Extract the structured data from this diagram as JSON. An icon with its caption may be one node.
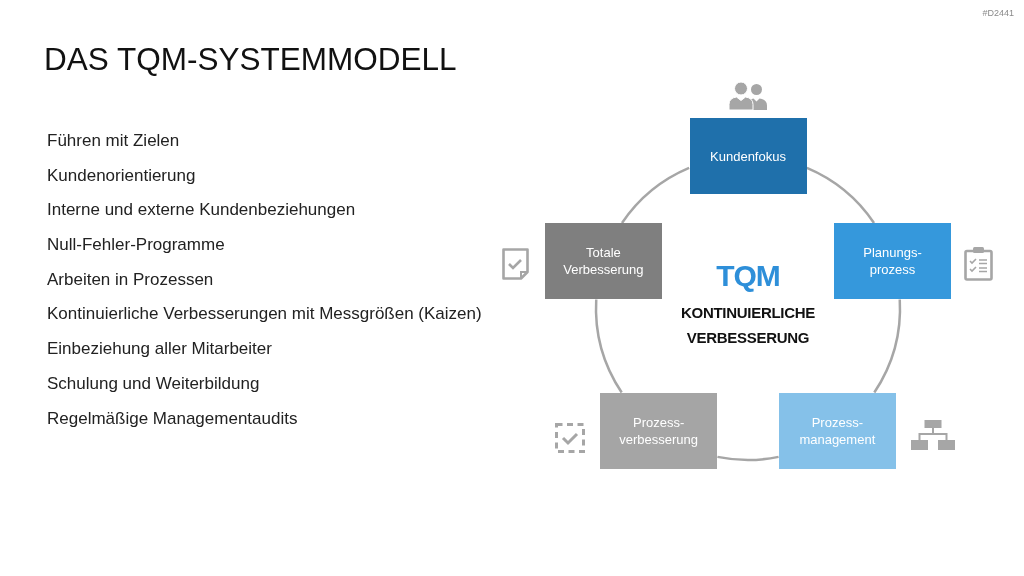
{
  "diagram": {
    "title": "DAS TQM-SYSTEMMODELL",
    "nodes": [
      {
        "text": [
          "Kundenfokus"
        ]
      },
      {
        "text": [
          "Planungs- prozess"
        ]
      },
      {
        "text": [
          "Prozess- management"
        ]
      },
      {
        "text": [
          "Prozess- verbesserung"
        ]
      },
      {
        "text": [
          "Totale Verbesserung"
        ]
      }
    ],
    "edges": [
      {
        "from": 0,
        "to": 1,
        "arrow": "none"
      },
      {
        "from": 1,
        "to": 2,
        "arrow": "none"
      },
      {
        "from": 2,
        "to": 3,
        "arrow": "none"
      },
      {
        "from": 3,
        "to": 4,
        "arrow": "none"
      },
      {
        "from": 4,
        "to": 0,
        "arrow": "none"
      }
    ],
    "labels": [
      "#D2441",
      "Führen mit Zielen",
      "Kundenorientierung",
      "Interne und externe Kundenbeziehungen",
      "Null-Fehler-Programme",
      "Arbeiten in Prozessen",
      "Kontinuierliche Verbesserungen mit Messgrößen (Kaizen)",
      "Einbeziehung aller Mitarbeiter",
      "Schulung und Weiterbildung",
      "Regelmäßige Managementaudits",
      "TQM",
      "KONTINUIERLICHE VERBESSERUNG"
    ]
  }
}
